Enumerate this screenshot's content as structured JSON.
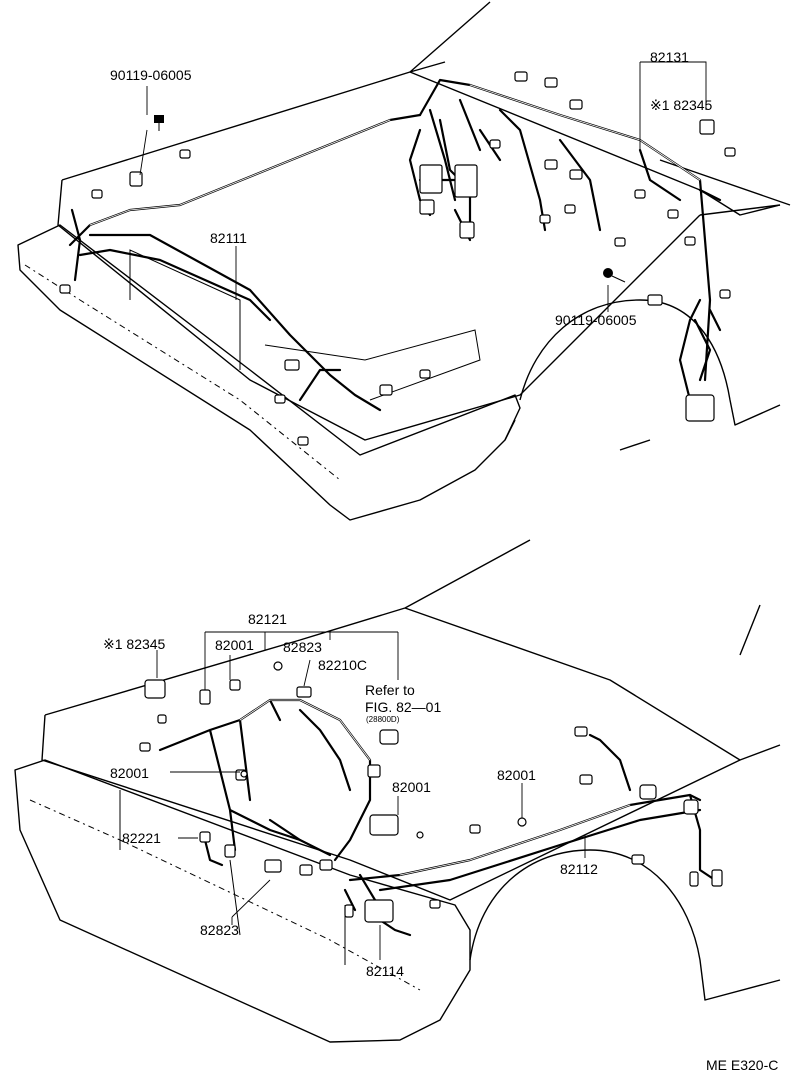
{
  "top_view": {
    "labels": {
      "bolt_upper_left": "90119-06005",
      "harness_dash": "82111",
      "harness_assy_top": "82131",
      "relay_top": "※1 82345",
      "bolt_right": "90119-06005"
    }
  },
  "bottom_view": {
    "labels": {
      "harness_assy_bottom": "82121",
      "relay_bottom": "※1 82345",
      "clamp_a": "82001",
      "bracket_a": "82823",
      "part_82210c": "82210C",
      "refer_line1": "Refer to",
      "refer_line2": "FIG. 82—01",
      "refer_line3": "(28800D)",
      "clamp_b": "82001",
      "clamp_c": "82001",
      "clamp_d": "82001",
      "wire_82221": "82221",
      "harness_82112": "82112",
      "bracket_b": "82823",
      "harness_82114": "82114"
    }
  },
  "footer": {
    "code": "ME E320-C"
  }
}
